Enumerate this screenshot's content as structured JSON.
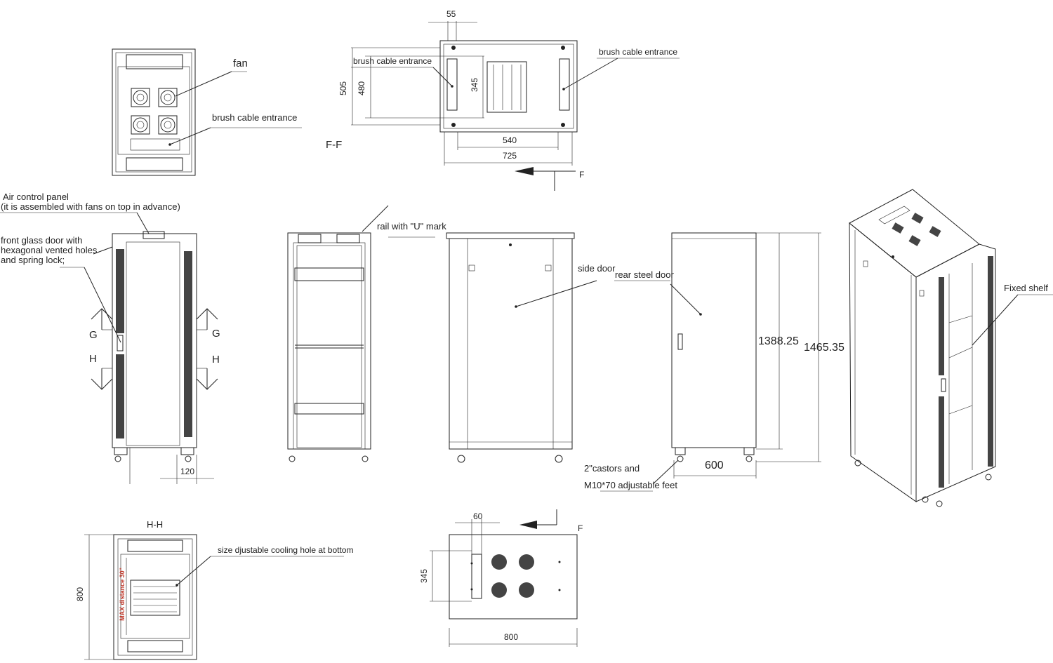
{
  "labels": {
    "fan": "fan",
    "brush_cable_entrance_top": "brush cable entrance",
    "brush_cable_entrance_ff_left": "brush cable entrance",
    "brush_cable_entrance_ff_right": "brush cable entrance",
    "section_ff": "F-F",
    "section_hh": "H-H",
    "air_control_panel_1": "Air control panel",
    "air_control_panel_2": "(it is assembled with fans on top in advance)",
    "front_glass_door_1": "front glass door with",
    "front_glass_door_2": "hexagonal vented holes",
    "front_glass_door_3": "and spring lock;",
    "rail_u_mark": "rail with \"U\" mark",
    "side_door": "side door",
    "rear_steel_door": "rear steel door",
    "castors_1": "2\"castors and",
    "castors_2": "M10*70 adjustable feet",
    "fixed_shelf": "Fixed shelf",
    "cooling_hole": "size djustable cooling hole at bottom",
    "max_distance": "MAX distance 30\"",
    "g_left": "G",
    "h_left": "H",
    "g_right": "G",
    "h_right": "H",
    "f_top": "F",
    "f_bottom": "F"
  },
  "dimensions": {
    "d55": "55",
    "d505": "505",
    "d480": "480",
    "d345_top": "345",
    "d540": "540",
    "d725": "725",
    "d120": "120",
    "d1388": "1388.25",
    "d1465": "1465.35",
    "d600": "600",
    "d800_left": "800",
    "d60": "60",
    "d345_bottom": "345",
    "d800_bottom": "800"
  },
  "colors": {
    "line": "#222222",
    "red_text": "#c0392b",
    "background": "#ffffff"
  }
}
